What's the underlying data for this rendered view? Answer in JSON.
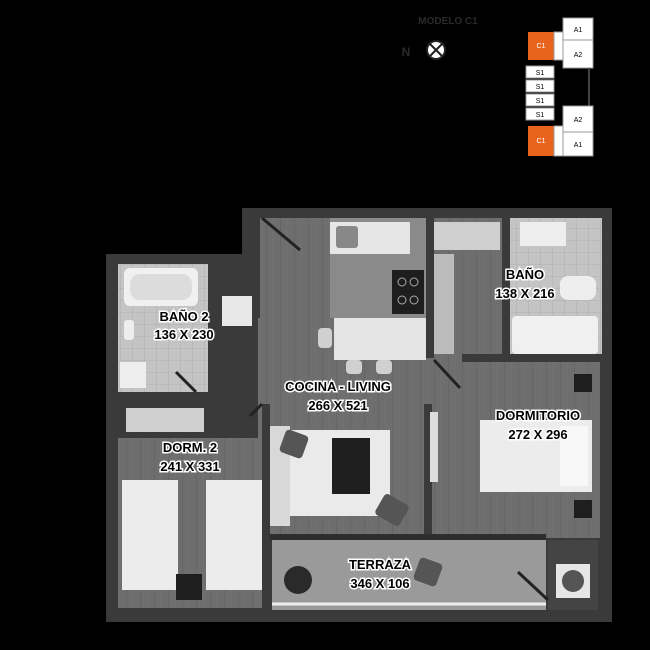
{
  "header": {
    "model_label": "MODELO C1",
    "unit_label": "N",
    "compass": "north-compass-icon"
  },
  "key_plan": {
    "highlight_color": "#e8641c",
    "units_right": [
      "A1",
      "A2",
      "A2",
      "A1"
    ],
    "units_highlight": [
      "C1",
      "C1"
    ],
    "units_middle": [
      "S1",
      "S1",
      "S1",
      "S1"
    ]
  },
  "rooms": {
    "bano2": {
      "name": "BAÑO 2",
      "dims": "136 X 230"
    },
    "cocina": {
      "name": "COCINA - LIVING",
      "dims": "266 X 521"
    },
    "bano": {
      "name": "BAÑO",
      "dims": "138 X 216"
    },
    "dormitorio": {
      "name": "DORMITORIO",
      "dims": "272 X 296"
    },
    "dorm2": {
      "name": "DORM. 2",
      "dims": "241 X 331"
    },
    "terraza": {
      "name": "TERRAZA",
      "dims": "346 X 106"
    }
  },
  "colors": {
    "wall": "#3a3a3a",
    "floor": "#6f6f6f",
    "wet_floor": "#bdbdbd",
    "furniture": "#d9d9d9"
  }
}
